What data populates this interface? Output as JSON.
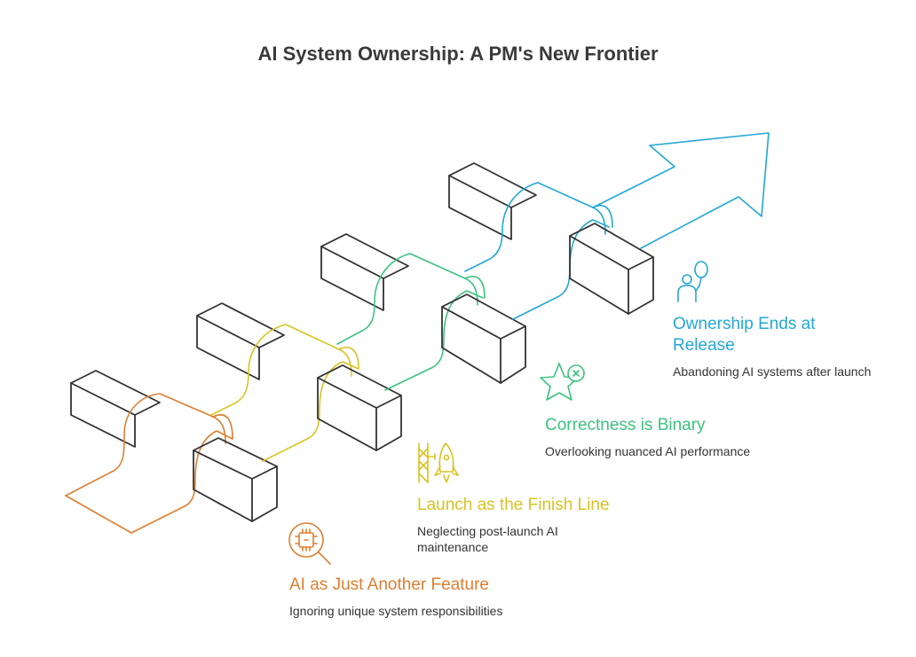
{
  "title": "AI System Ownership: A PM's New Frontier",
  "colors": {
    "orange": "#DE7E2F",
    "yellow": "#D8C322",
    "green": "#3CC27F",
    "blue": "#23A7D6",
    "box_stroke": "#333333"
  },
  "steps": [
    {
      "heading": "AI as Just Another Feature",
      "description": "Ignoring unique system responsibilities",
      "icon": "chip-magnifier-icon",
      "color": "#DE7E2F"
    },
    {
      "heading": "Launch as the Finish Line",
      "description": "Neglecting post-launch AI maintenance",
      "icon": "rocket-launchpad-icon",
      "color": "#D8C322"
    },
    {
      "heading": "Correctness is Binary",
      "description": "Overlooking nuanced AI performance",
      "icon": "star-cross-icon",
      "color": "#3CC27F"
    },
    {
      "heading": "Ownership Ends at Release",
      "description": "Abandoning AI systems after launch",
      "icon": "person-balloon-icon",
      "color": "#23A7D6"
    }
  ]
}
